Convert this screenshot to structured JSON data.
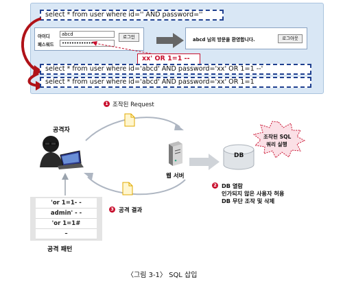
{
  "sql": {
    "original": "select * from user where id='' AND password=''",
    "injected": "select * from user where id='abcd' AND password='xx' OR 1=1 --'",
    "final": "select * from user where id='abcd' AND password='xx' OR 1=1"
  },
  "login": {
    "id_label": "아이디",
    "pw_label": "패스워드",
    "id_value": "abcd",
    "pw_value": "••••••••••••••",
    "button": "로그인"
  },
  "welcome": {
    "message": "abcd 님의 방문을 환영합니다.",
    "button": "로그아웃"
  },
  "injection_text": "xx'   OR 1=1 --",
  "steps": {
    "step1_num": "1",
    "step1": "조작된 Request",
    "step2_num": "2",
    "step2_line1": "DB 열람",
    "step2_line2": "인가되지 않은 사용자 허용",
    "step2_line3": "DB 무단 조작 및 삭제",
    "step3_num": "3",
    "step3": "공격 결과"
  },
  "nodes": {
    "attacker": "공격자",
    "web_server": "웹 서버",
    "db": "DB",
    "callout_line1": "조작된 SQL",
    "callout_line2": "쿼리 실행"
  },
  "patterns": {
    "title": "공격 패턴",
    "items": [
      "'or 1=1- -",
      "admin' - -",
      "'or 1=1#",
      "–"
    ]
  },
  "caption": "〈그림 3-1〉 SQL 삽입"
}
